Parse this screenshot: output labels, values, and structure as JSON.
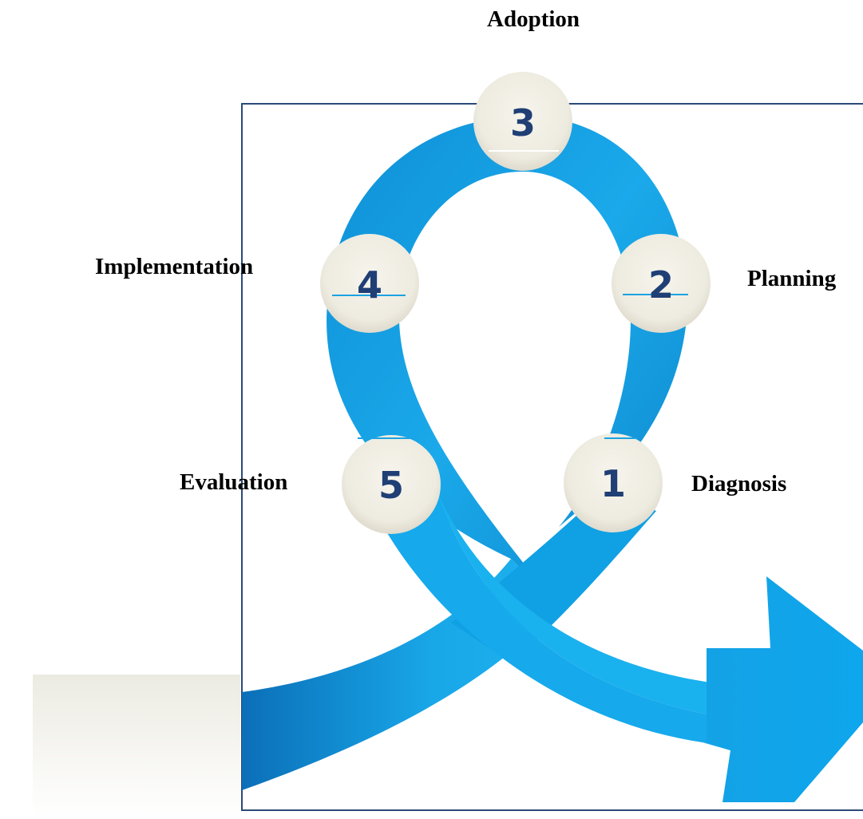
{
  "colors": {
    "arrow": "#18a7e8",
    "arrow_dark": "#0b6fb8",
    "circle_fill": "#f1efe6",
    "number": "#1f3f75",
    "frame": "#2b4a7a",
    "label": "#000000"
  },
  "steps": [
    {
      "number": "1",
      "label": "Diagnosis"
    },
    {
      "number": "2",
      "label": "Planning"
    },
    {
      "number": "3",
      "label": "Adoption"
    },
    {
      "number": "4",
      "label": "Implementation"
    },
    {
      "number": "5",
      "label": "Evaluation"
    }
  ]
}
